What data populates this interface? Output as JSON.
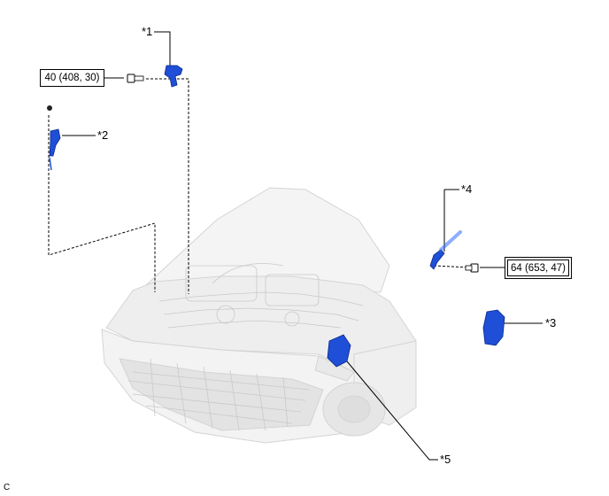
{
  "callouts": {
    "c1": "*1",
    "c2": "*2",
    "c3": "*3",
    "c4": "*4",
    "c5": "*5"
  },
  "torque": {
    "t1": "40 (408, 30)",
    "t2": "64 (653, 47)"
  },
  "figure_code": "C",
  "colors": {
    "part_blue": "#1f4fd6",
    "car_line": "#cfcfcf",
    "car_fill": "#f1f1f1",
    "leader": "#000000"
  }
}
